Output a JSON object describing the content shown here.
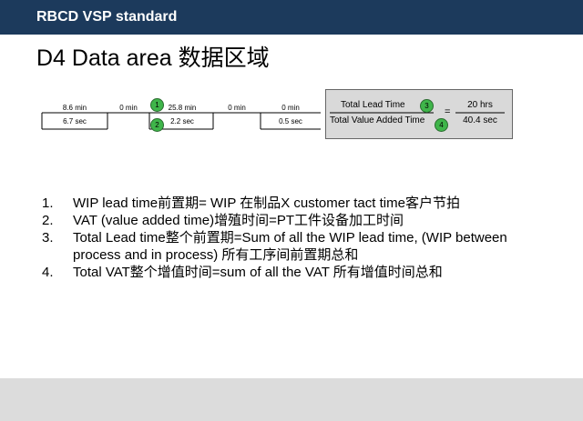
{
  "header": {
    "title": "RBCD VSP standard"
  },
  "page": {
    "title": "D4 Data area 数据区域"
  },
  "timeline": {
    "segments": [
      {
        "top": "8.6 min",
        "bottom": "6.7 sec"
      },
      {
        "top": "0 min",
        "bottom": ""
      },
      {
        "top": "25.8 min",
        "bottom": "2.2 sec"
      },
      {
        "top": "0 min",
        "bottom": ""
      },
      {
        "top": "0 min",
        "bottom": "0.5 sec"
      }
    ],
    "badges": [
      "1",
      "2",
      "3",
      "4"
    ]
  },
  "summary": {
    "lead_label": "Total Lead Time",
    "vat_label": "Total Value Added Time",
    "equals": "=",
    "lead_value": "20 hrs",
    "vat_value": "40.4 sec"
  },
  "definitions": [
    {
      "num": "1.",
      "text": "WIP lead time前置期= WIP 在制品X customer tact time客户节拍"
    },
    {
      "num": "2.",
      "text": "VAT (value added time)增殖时间=PT工件设备加工时间"
    },
    {
      "num": "3.",
      "text": "Total Lead time整个前置期=Sum of all the WIP lead time, (WIP between process and in process) 所有工序间前置期总和"
    },
    {
      "num": "4.",
      "text": "Total VAT整个增值时间=sum of all the VAT 所有增值时间总和"
    }
  ],
  "colors": {
    "header_bg": "#1c3a5c",
    "badge": "#3fb54a",
    "box_bg": "#d9d9d9",
    "footer_bg": "#dcdcdc"
  }
}
